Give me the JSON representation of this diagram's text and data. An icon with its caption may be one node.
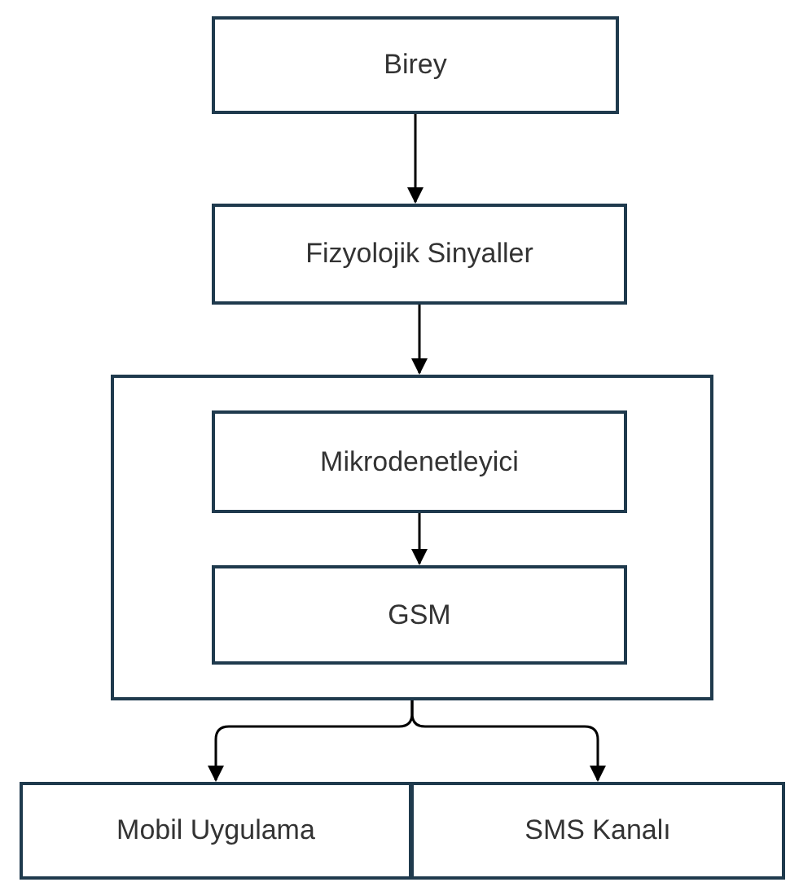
{
  "diagram": {
    "nodes": [
      {
        "text": [
          "Birey"
        ]
      },
      {
        "text": [
          "Fizyolojik Sinyaller"
        ]
      },
      {
        "text": [],
        "shape": "box"
      },
      {
        "text": [
          "Mikrodenetleyici"
        ],
        "in": 2
      },
      {
        "text": [
          "GSM"
        ],
        "in": 2
      },
      {
        "text": [
          "Mobil Uygulama"
        ]
      },
      {
        "text": [
          "SMS Kanalı"
        ]
      }
    ],
    "edges": [
      {
        "from": 0,
        "to": 1,
        "arrow": "to"
      },
      {
        "from": 1,
        "to": 2,
        "arrow": "to"
      },
      {
        "from": 3,
        "to": 4,
        "arrow": "to"
      },
      {
        "from": 2,
        "to": 5,
        "arrow": "to"
      },
      {
        "from": 2,
        "to": 6,
        "arrow": "to"
      }
    ]
  }
}
